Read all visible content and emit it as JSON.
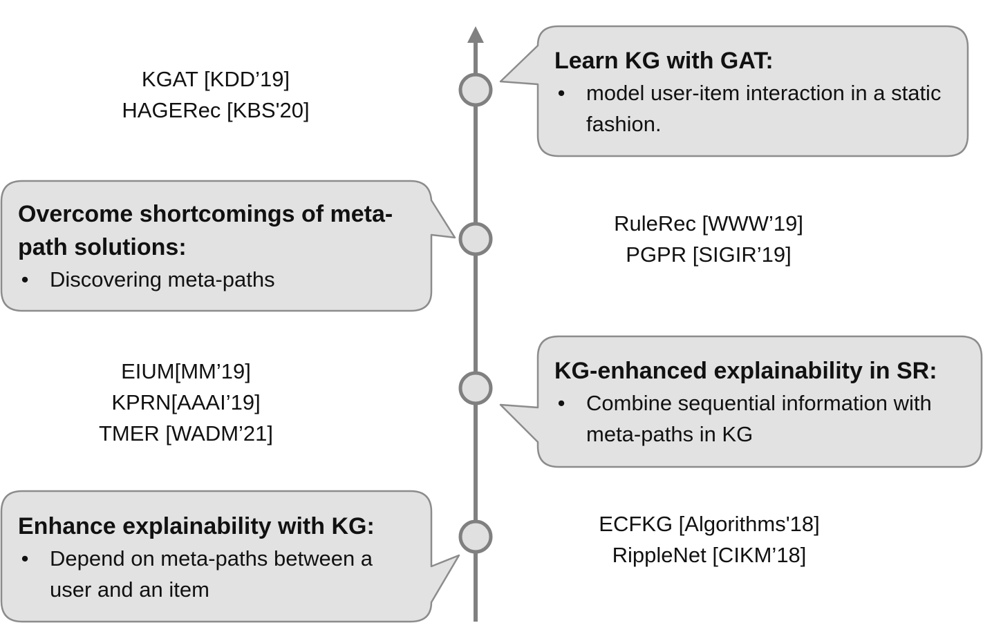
{
  "colors": {
    "axis": "#808080",
    "node_fill": "#e0e0e0",
    "node_stroke": "#808080",
    "callout_fill": "#e2e2e2",
    "callout_stroke": "#8c8c8c",
    "text": "#111111"
  },
  "milestones": [
    {
      "side": "right",
      "callout": {
        "title": "Learn KG with GAT:",
        "bullet": "model user-item interaction in a static fashion."
      },
      "references": [
        "KGAT [KDD’19]",
        "HAGERec [KBS'20]"
      ]
    },
    {
      "side": "left",
      "callout": {
        "title": "Overcome shortcomings of meta-path solutions:",
        "bullet": "Discovering meta-paths"
      },
      "references": [
        "RuleRec [WWW’19]",
        "PGPR [SIGIR’19]"
      ]
    },
    {
      "side": "right",
      "callout": {
        "title": "KG-enhanced explainability in SR:",
        "bullet": "Combine sequential information with meta-paths in KG"
      },
      "references": [
        "EIUM[MM’19]",
        "KPRN[AAAI’19]",
        "TMER [WADM’21]"
      ]
    },
    {
      "side": "left",
      "callout": {
        "title": "Enhance explainability with KG:",
        "bullet": "Depend on meta-paths between a user and an item"
      },
      "references": [
        "ECFKG [Algorithms'18]",
        "RippleNet [CIKM’18]"
      ]
    }
  ],
  "bullet_symbol": "•"
}
